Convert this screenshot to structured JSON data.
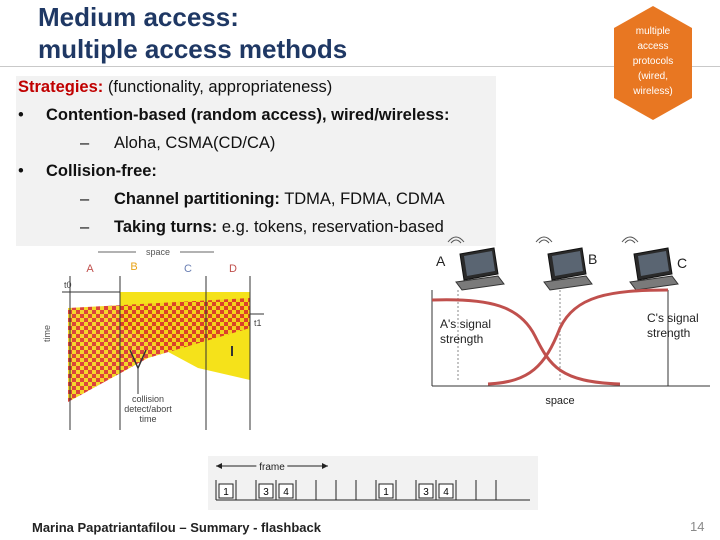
{
  "title": {
    "line1": "Medium access:",
    "line2": "multiple access methods"
  },
  "badge": {
    "lines": [
      "multiple",
      "access",
      "protocols",
      "(wired,",
      "wireless)"
    ],
    "color": "#e87722"
  },
  "bullets": {
    "strategies_label": "Strategies:",
    "strategies_rest": " (functionality, appropriateness)",
    "b1_bold": "Contention-based (random access), wired/wireless:",
    "b1_sub": "Aloha, CSMA(CD/CA)",
    "b2_bold": "Collision-free:",
    "b2_s1_bold": "Channel partitioning:",
    "b2_s1_rest": " TDMA, FDMA, CDMA",
    "b2_s2_bold": "Taking turns:",
    "b2_s2_rest": " e.g. tokens, reservation-based",
    "bullet": "•",
    "dash": "–"
  },
  "collision_fig": {
    "space": "space",
    "nodes": [
      "A",
      "B",
      "C",
      "D"
    ],
    "t0": "t0",
    "t1": "t1",
    "time": "time",
    "caption": [
      "collision",
      "detect/abort",
      "time"
    ]
  },
  "signal_fig": {
    "nodes": [
      "A",
      "B",
      "C"
    ],
    "a_label": [
      "A's signal",
      "strength"
    ],
    "c_label": [
      "C's signal",
      "strength"
    ],
    "xlabel": "space",
    "colors": {
      "a": "#c0504d",
      "c": "#c0504d"
    }
  },
  "frame_fig": {
    "label": "frame",
    "slots": [
      "1",
      "3",
      "4",
      "1",
      "3",
      "4"
    ]
  },
  "footer": "Marina Papatriantafilou –  Summary - flashback",
  "page_number": "14"
}
